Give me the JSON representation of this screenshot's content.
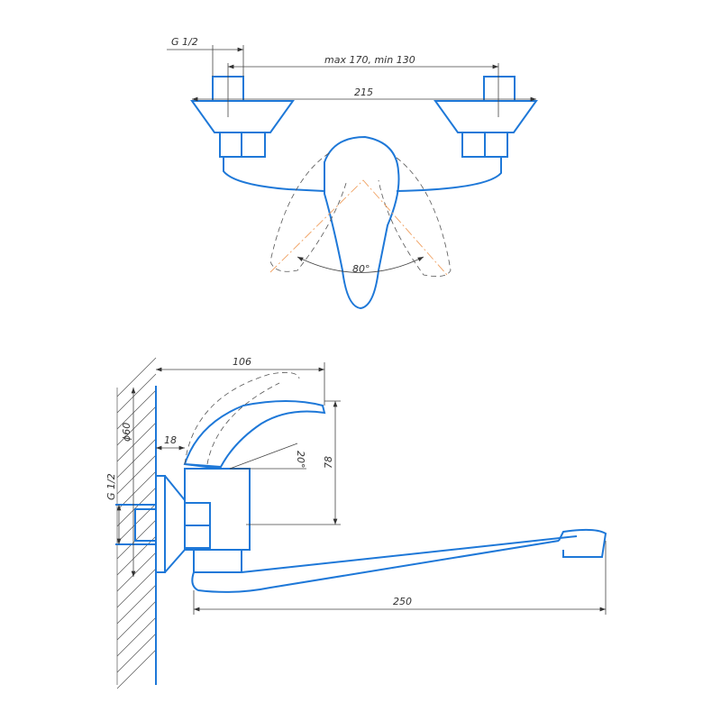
{
  "top_view": {
    "thread_label": "G 1/2",
    "spacing_label": "max 170, min 130",
    "width_label": "215",
    "angle_label": "80°"
  },
  "side_view": {
    "depth_label": "106",
    "offset_label": "18",
    "flange_label": "ϕ60",
    "thread_label": "G 1/2",
    "tilt_label": "20°",
    "height_label": "78",
    "spout_label": "250"
  },
  "colors": {
    "outline": "#1e78d8",
    "axis": "#f0a060",
    "dimension": "#444444"
  }
}
